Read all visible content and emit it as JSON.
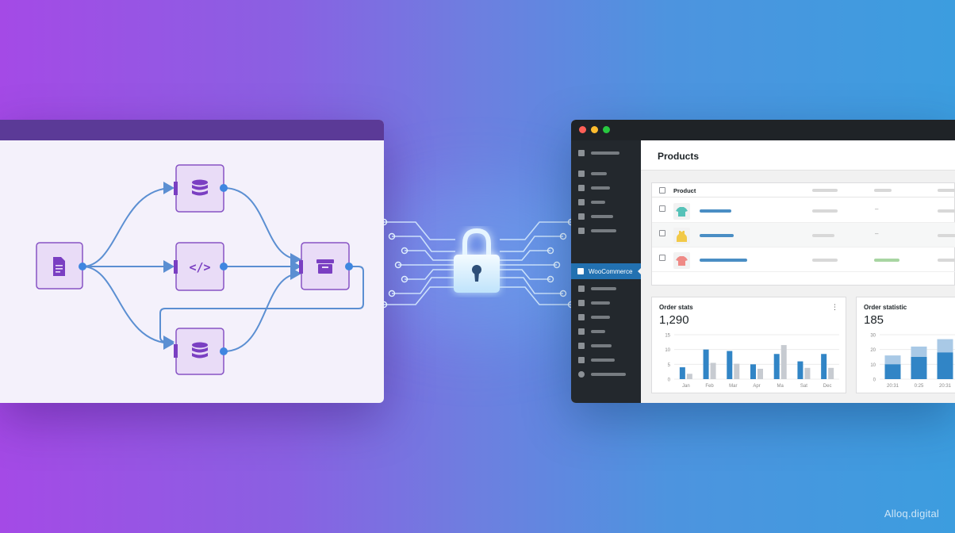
{
  "colors": {
    "flow_node_fill": "#e9dcf7",
    "flow_node_border": "#8753c4",
    "flow_icon": "#7a3fc2",
    "connector_line": "#5b8fd2",
    "connector_dot": "#3f86e0",
    "wp_sidebar": "#23282d",
    "wp_accent": "#2271b1",
    "bar_primary": "#3185c6",
    "bar_secondary": "#c7cbd1"
  },
  "flow_nodes": [
    {
      "id": "source",
      "icon": "document-icon"
    },
    {
      "id": "db_top",
      "icon": "database-icon"
    },
    {
      "id": "code",
      "icon": "code-icon"
    },
    {
      "id": "db_bottom",
      "icon": "database-icon"
    },
    {
      "id": "archive",
      "icon": "archive-box-icon"
    }
  ],
  "center": {
    "icon": "padlock-icon"
  },
  "wp": {
    "traffic_lights": [
      "#ff5f57",
      "#febc2e",
      "#28c840"
    ],
    "menu_active_label": "WooCommerce",
    "page_title": "Products",
    "table": {
      "header": "Product",
      "rows": [
        {
          "thumb_icon": "tshirt-icon",
          "thumb_color": "#56c2b8",
          "dash": "–"
        },
        {
          "thumb_icon": "tanktop-icon",
          "thumb_color": "#f2c948",
          "dash": "–"
        },
        {
          "thumb_icon": "tshirt-icon",
          "thumb_color": "#ef8a86",
          "dash": ""
        }
      ]
    },
    "order_stats": {
      "title": "Order stats",
      "value": "1,290",
      "kebab": "⋮"
    },
    "order_statistic": {
      "title": "Order statistic",
      "value": "185"
    }
  },
  "chart_data": [
    {
      "type": "bar",
      "title": "Order stats",
      "categories": [
        "Jan",
        "Feb",
        "Mar",
        "Apr",
        "Ma",
        "Sat",
        "Dec"
      ],
      "yticks": [
        0,
        5,
        10,
        15
      ],
      "ylim": [
        0,
        15
      ],
      "series": [
        {
          "values": [
            4,
            10,
            9.5,
            5,
            8.5,
            6,
            8.5
          ]
        },
        {
          "values": [
            1.8,
            5.5,
            5.2,
            3.5,
            11.5,
            3.8,
            3.8
          ]
        }
      ]
    },
    {
      "type": "bar",
      "title": "Order statistic",
      "categories": [
        "20:31",
        "0:25",
        "20:31"
      ],
      "yticks": [
        0,
        10,
        20,
        30
      ],
      "ylim": [
        0,
        30
      ],
      "series": [
        {
          "values": [
            10,
            15,
            18
          ]
        },
        {
          "values": [
            16,
            22,
            27
          ]
        }
      ]
    }
  ],
  "brand": "Alloq.digital"
}
